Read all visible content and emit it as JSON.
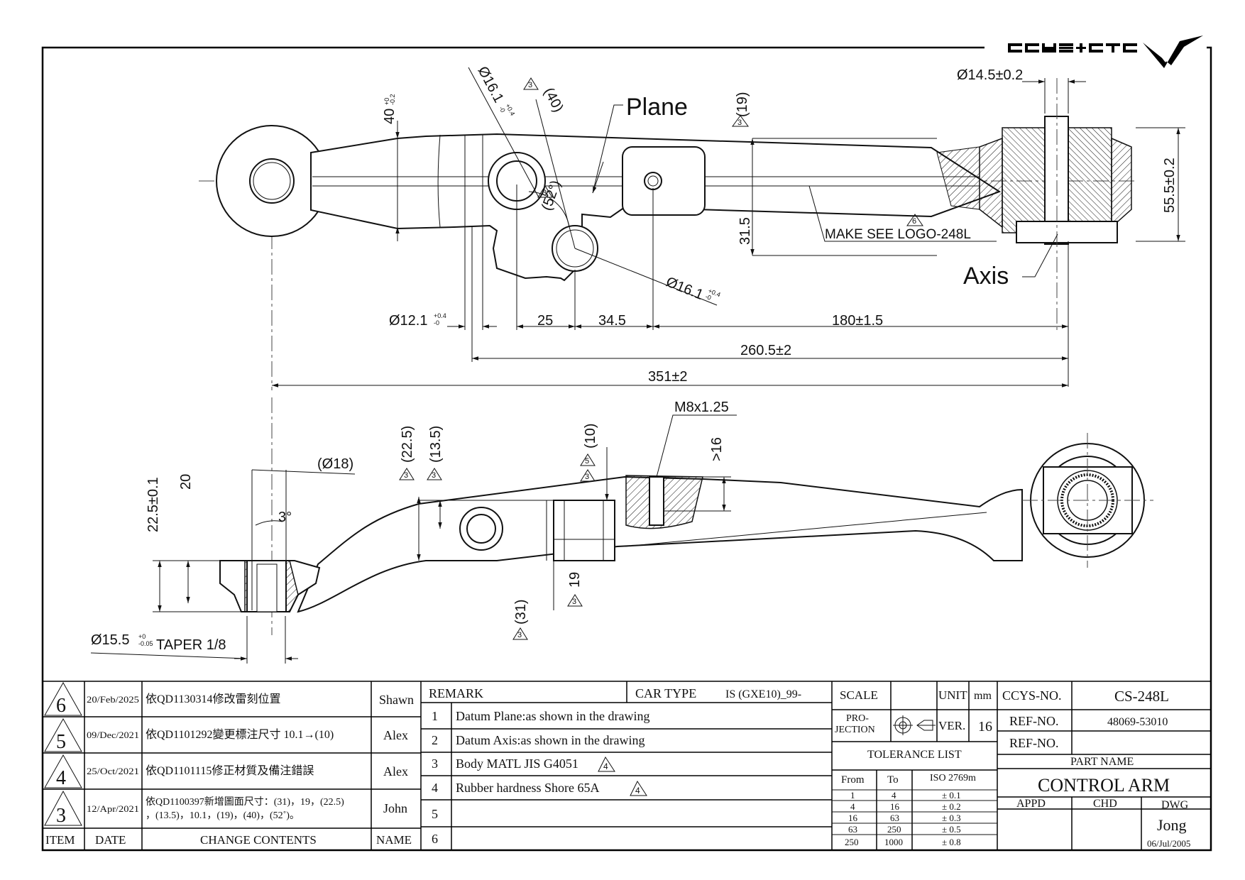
{
  "logo": {
    "text": "CCYS+CTC"
  },
  "top_view": {
    "labels": {
      "plane": "Plane",
      "axis": "Axis",
      "make_logo": "MAKE SEE LOGO-248L",
      "rev6": "6"
    },
    "dims": {
      "d16_upper": "Ø16.1",
      "d16_upper_tol_top": "+0.4",
      "d16_upper_tol_bot": "-0",
      "d40": "(40)",
      "d40_rev": "3",
      "d52": "(52°)",
      "d52_rev": "3",
      "d40_h": "40",
      "d40_h_tol_top": "+0",
      "d40_h_tol_bot": "-0.2",
      "d19": "(19)",
      "d19_rev": "3",
      "d145": "Ø14.5±0.2",
      "d555": "55.5±0.2",
      "d315": "31.5",
      "d16_lower": "Ø16.1",
      "d16_lower_tol_top": "+0.4",
      "d16_lower_tol_bot": "-0",
      "d12": "Ø12.1",
      "d12_tol_top": "+0.4",
      "d12_tol_bot": "-0",
      "d25": "25",
      "d345": "34.5",
      "d180": "180±1.5",
      "d2605": "260.5±2",
      "d351": "351±2"
    }
  },
  "side_view": {
    "dims": {
      "m8": "M8x1.25",
      "d16": ">16",
      "d10": "(10)",
      "d10_rev_a": "5",
      "d10_rev_b": "3",
      "d225p": "(22.5)",
      "d225p_rev": "3",
      "d135": "(13.5)",
      "d135_rev": "3",
      "d18": "(Ø18)",
      "d3deg": "3°",
      "d225": "22.5±0.1",
      "d20": "20",
      "d31": "(31)",
      "d31_rev": "3",
      "d19": "19",
      "d19_rev": "3",
      "d155": "Ø15.5",
      "d155_tol_top": "+0",
      "d155_tol_bot": "-0.05",
      "taper": "TAPER 1/8"
    }
  },
  "revisions": {
    "rows": [
      {
        "item": "6",
        "date": "20/Feb/2025",
        "contents": "依QD1130314修改雷刻位置",
        "contents2": "",
        "name": "Shawn"
      },
      {
        "item": "5",
        "date": "09/Dec/2021",
        "contents": "依QD1101292變更標注尺寸 10.1→(10)",
        "contents2": "",
        "name": "Alex"
      },
      {
        "item": "4",
        "date": "25/Oct/2021",
        "contents": "依QD1101115修正材質及備注錯誤",
        "contents2": "",
        "name": "Alex"
      },
      {
        "item": "3",
        "date": "12/Apr/2021",
        "contents": "依QD1100397新增圖面尺寸：(31)，19，(22.5)",
        "contents2": "，(13.5)，10.1，(19)，(40)，(52˚)。",
        "name": "John"
      }
    ],
    "headers": {
      "item": "ITEM",
      "date": "DATE",
      "contents": "CHANGE CONTENTS",
      "name": "NAME"
    }
  },
  "remarks": {
    "header": "REMARK",
    "car_type_label": "CAR TYPE",
    "car_type_value": "IS (GXE10)_99-",
    "rows": [
      {
        "no": "1",
        "text": "Datum Plane:as shown in the drawing",
        "rev": ""
      },
      {
        "no": "2",
        "text": "Datum Axis:as shown in the drawing",
        "rev": ""
      },
      {
        "no": "3",
        "text": "Body MATL JIS G4051",
        "rev": "4"
      },
      {
        "no": "4",
        "text": "Rubber hardness Shore 65A",
        "rev": "4"
      },
      {
        "no": "5",
        "text": "",
        "rev": ""
      },
      {
        "no": "6",
        "text": "",
        "rev": ""
      }
    ]
  },
  "scale_block": {
    "scale": "SCALE",
    "unit": "UNIT",
    "unit_value": "mm",
    "projection_a": "PRO-",
    "projection_b": "JECTION",
    "ver": "VER.",
    "ver_value": "16",
    "tolerance_title": "TOLERANCE LIST",
    "tol_headers": [
      "From",
      "To",
      "ISO 2769m"
    ],
    "tol_rows": [
      [
        "1",
        "4",
        "± 0.1"
      ],
      [
        "4",
        "16",
        "± 0.2"
      ],
      [
        "16",
        "63",
        "± 0.3"
      ],
      [
        "63",
        "250",
        "± 0.5"
      ],
      [
        "250",
        "1000",
        "± 0.8"
      ]
    ]
  },
  "title_block": {
    "ccys_no_label": "CCYS-NO.",
    "ccys_no": "CS-248L",
    "ref_no_label": "REF-NO.",
    "ref_no": "48069-53010",
    "ref_no2_label": "REF-NO.",
    "ref_no2": "",
    "part_name_label": "PART NAME",
    "part_name": "CONTROL ARM",
    "appd": "APPD",
    "chd": "CHD",
    "dwg": "DWG",
    "dwg_name": "Jong",
    "dwg_date": "06/Jul/2005"
  }
}
